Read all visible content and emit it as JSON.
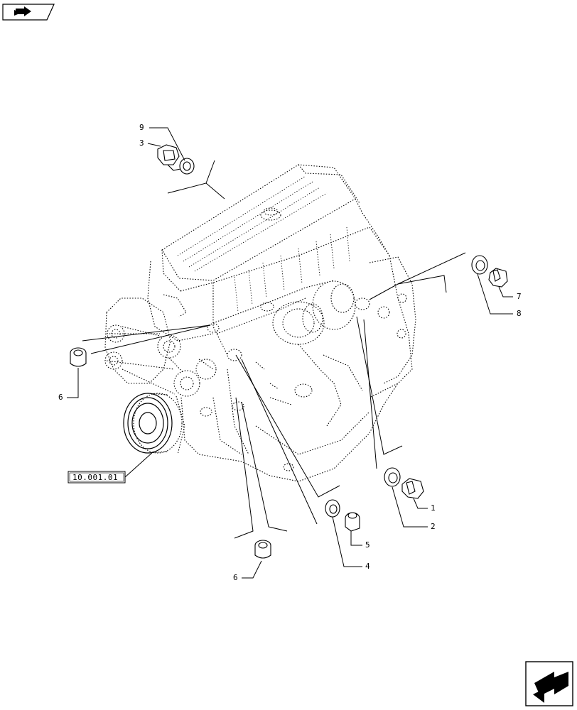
{
  "header": {
    "nav_icon": "book-arrow-icon"
  },
  "footer": {
    "nav_icon": "return-arrow-icon"
  },
  "diagram": {
    "reference_box": "10.001.01",
    "callouts": {
      "c1": "1",
      "c2": "2",
      "c3": "3",
      "c4": "4",
      "c5": "5",
      "c6a": "6",
      "c6b": "6",
      "c7": "7",
      "c8": "8",
      "c9": "9"
    }
  }
}
